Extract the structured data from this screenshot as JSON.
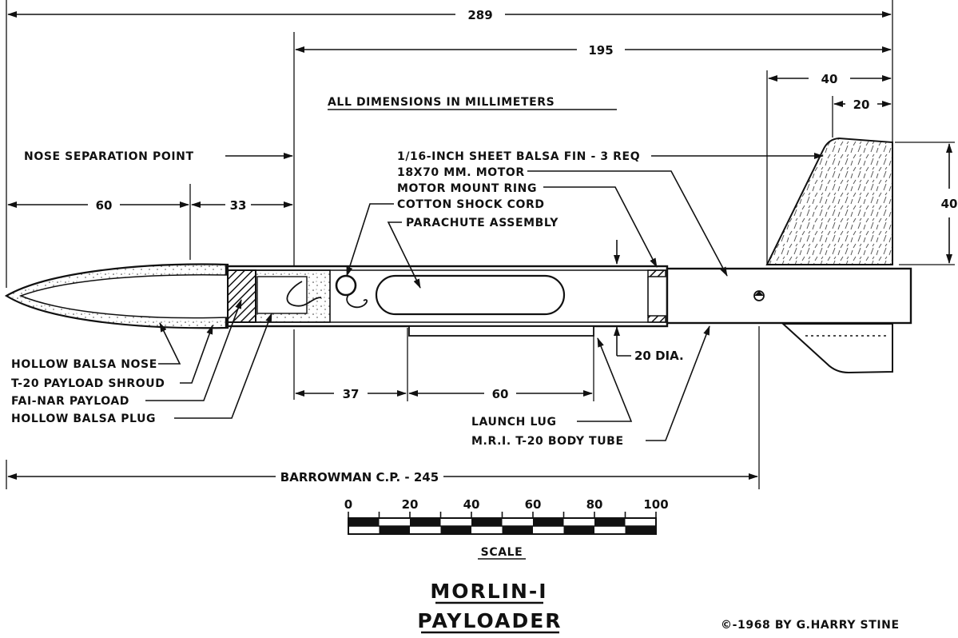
{
  "dimensions": {
    "overall": "289",
    "body_section": "195",
    "fin_root": "40",
    "fin_tip": "20",
    "fin_span": "40",
    "nose": "60",
    "nose_shoulder": "33",
    "payload_to_lug": "37",
    "lug_length": "60",
    "tube_dia": "20 DIA.",
    "cp": "BARROWMAN C.P. - 245"
  },
  "notes": {
    "units": "ALL DIMENSIONS IN MILLIMETERS",
    "nose_separation": "NOSE SEPARATION POINT"
  },
  "labels": {
    "fin": "1/16-INCH SHEET BALSA FIN - 3 REQ",
    "motor": "18X70 MM. MOTOR",
    "motor_mount": "MOTOR MOUNT RING",
    "shock_cord": "COTTON SHOCK CORD",
    "parachute": "PARACHUTE ASSEMBLY",
    "hollow_nose": "HOLLOW BALSA NOSE",
    "payload_shroud": "T-20 PAYLOAD SHROUD",
    "fai_payload": "FAI-NAR PAYLOAD",
    "balsa_plug": "HOLLOW BALSA PLUG",
    "launch_lug": "LAUNCH LUG",
    "body_tube": "M.R.I. T-20 BODY TUBE"
  },
  "scale": {
    "ticks": [
      "0",
      "20",
      "40",
      "60",
      "80",
      "100"
    ],
    "label": "SCALE"
  },
  "title": {
    "line1": "MORLIN-I",
    "line2": "PAYLOADER"
  },
  "copyright": "©-1968 BY G.HARRY STINE"
}
